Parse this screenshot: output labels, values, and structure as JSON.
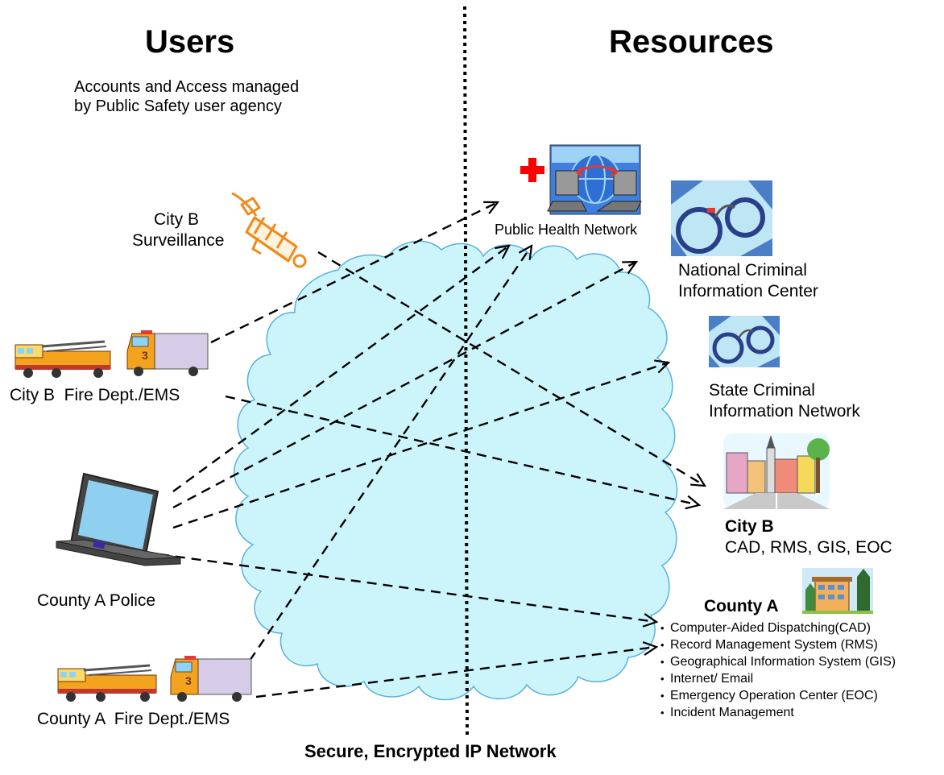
{
  "headings": {
    "users": "Users",
    "resources": "Resources"
  },
  "users_note": [
    "Accounts and Access managed",
    "by Public Safety user agency"
  ],
  "users": {
    "city_b_surveillance": [
      "City B",
      "Surveillance"
    ],
    "city_b_fire": "City B  Fire Dept./EMS",
    "county_a_police": "County A Police",
    "county_a_fire": "County A  Fire Dept./EMS"
  },
  "resources": {
    "public_health": "Public Health Network",
    "ncic": [
      "National Criminal",
      "Information Center"
    ],
    "state_criminal": [
      "State Criminal",
      "Information Network"
    ],
    "city_b": {
      "title": "City B",
      "systems": "CAD, RMS, GIS, EOC"
    },
    "county_a": {
      "title": "County A",
      "systems": [
        "Computer-Aided Dispatching(CAD)",
        "Record Management System (RMS)",
        "Geographical Information System (GIS)",
        "Internet/ Email",
        "Emergency Operation Center (EOC)",
        "Incident Management"
      ]
    }
  },
  "network_caption": "Secure, Encrypted IP Network",
  "colors": {
    "cloud_fill": "#ccf5fb",
    "cloud_stroke": "#5ab0dc",
    "arrow": "#000000",
    "cross": "#ff0000",
    "camera": "#f08a1c"
  },
  "icons": [
    "surveillance-camera-icon",
    "fire-truck-icon",
    "ambulance-icon",
    "laptop-icon",
    "red-cross-icon",
    "network-computers-icon",
    "handcuffs-icon",
    "town-street-icon",
    "office-building-icon"
  ]
}
